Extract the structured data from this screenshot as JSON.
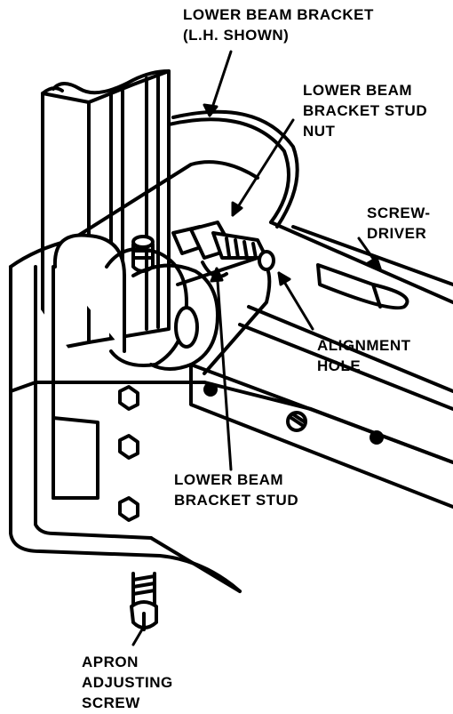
{
  "figure": {
    "callouts": {
      "lower_beam_bracket": [
        "LOWER BEAM BRACKET",
        "(L.H. SHOWN)"
      ],
      "stud_nut": [
        "LOWER BEAM",
        "BRACKET STUD",
        "NUT"
      ],
      "screwdriver": [
        "SCREW-",
        "DRIVER"
      ],
      "alignment_hole": [
        "ALIGNMENT",
        "HOLE"
      ],
      "stud": [
        "LOWER BEAM",
        "BRACKET STUD"
      ],
      "apron_screw": [
        "APRON",
        "ADJUSTING",
        "SCREW"
      ]
    },
    "colors": {
      "ink": "#000000",
      "paper": "#ffffff"
    }
  }
}
